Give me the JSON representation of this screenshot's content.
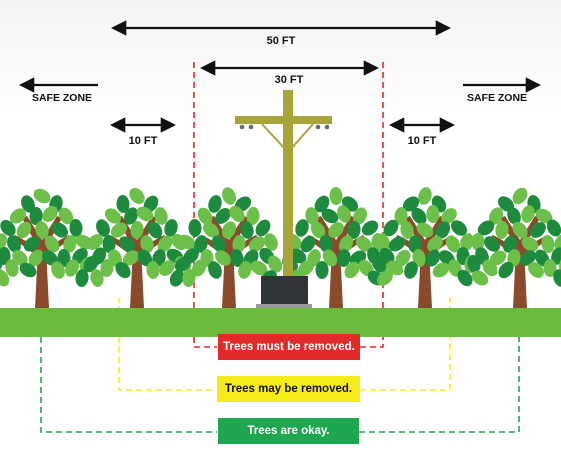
{
  "labels": {
    "dim_50": "50 FT",
    "dim_30": "30 FT",
    "dim_10_left": "10 FT",
    "dim_10_right": "10 FT",
    "safe_zone_left": "SAFE ZONE",
    "safe_zone_right": "SAFE ZONE"
  },
  "legend": {
    "red": "Trees must be removed.",
    "yellow": "Trees may be removed.",
    "green": "Trees are okay."
  },
  "colors": {
    "red": "#e32a2a",
    "yellow": "#f6ec1b",
    "green": "#1ea650",
    "grass": "#6cbb3c",
    "pole": "#a7a53a",
    "trunk": "#8b4a2b",
    "leaf_dark": "#1d8a3e",
    "leaf_light": "#6cc04a"
  }
}
